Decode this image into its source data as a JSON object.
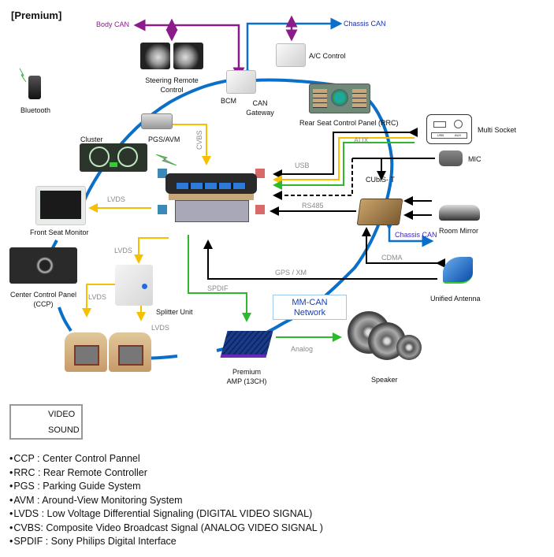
{
  "title": "[Premium]",
  "networks": {
    "body_can": "Body CAN",
    "chassis_can_top": "Chassis CAN",
    "chassis_can_cubis": "Chassis CAN",
    "mm_can_line1": "MM-CAN",
    "mm_can_line2": "Network"
  },
  "components": {
    "steering_remote_line1": "Steering Remote",
    "steering_remote_line2": "Control",
    "bcm": "BCM",
    "can_gateway_line1": "CAN",
    "can_gateway_line2": "Gateway",
    "ac_control": "A/C Control",
    "bluetooth": "Bluetooth",
    "rrc": "Rear Seat Control Panel (RRC)",
    "multi_socket": "Multi Socket",
    "multi_socket_usb": "USB",
    "multi_socket_aux": "AUX",
    "mic": "MIC",
    "cluster": "Cluster",
    "pgs_avm": "PGS/AVM",
    "cubis_t": "CUbiS- T",
    "room_mirror": "Room Mirror",
    "front_seat_monitor": "Front Seat Monitor",
    "ccp_line1": "Center Control Panel",
    "ccp_line2": "(CCP)",
    "splitter_unit": "Splitter Unit",
    "unified_antenna": "Unified Antenna",
    "amp_line1": "Premium",
    "amp_line2": "AMP (13CH)",
    "speaker": "Speaker"
  },
  "signals": {
    "cvbs": "CVBS",
    "usb": "USB",
    "aux": "AUX",
    "rs485": "RS485",
    "lvds_front": "LVDS",
    "lvds_splitter": "LVDS",
    "lvds_left": "LVDS",
    "lvds_right": "LVDS",
    "gps_xm": "GPS / XM",
    "cdma": "CDMA",
    "spdif": "SPDIF",
    "analog": "Analog"
  },
  "legend": [
    {
      "label": "VIDEO",
      "color": "#f5c000"
    },
    {
      "label": "SOUND",
      "color": "#2db82d"
    }
  ],
  "colors": {
    "body_can": "#8b1a8b",
    "chassis_can": "#0a6fc8",
    "mm_can_ring": "#0a6fc8",
    "video": "#f5c000",
    "sound": "#2db82d",
    "data": "#000000",
    "chassis_can_label": "#3a1fc0",
    "signal_label": "#8a8a8a"
  },
  "abbreviations": [
    "CCP : Center Control Pannel",
    "RRC : Rear Remote Controller",
    "PGS : Parking Guide System",
    "AVM : Around-View Monitoring System",
    "LVDS : Low Voltage Differential Signaling (DIGITAL VIDEO SIGNAL)",
    "CVBS: Composite Video Broadcast Signal (ANALOG VIDEO SIGNAL )",
    "SPDIF : Sony Philips Digital Interface"
  ]
}
